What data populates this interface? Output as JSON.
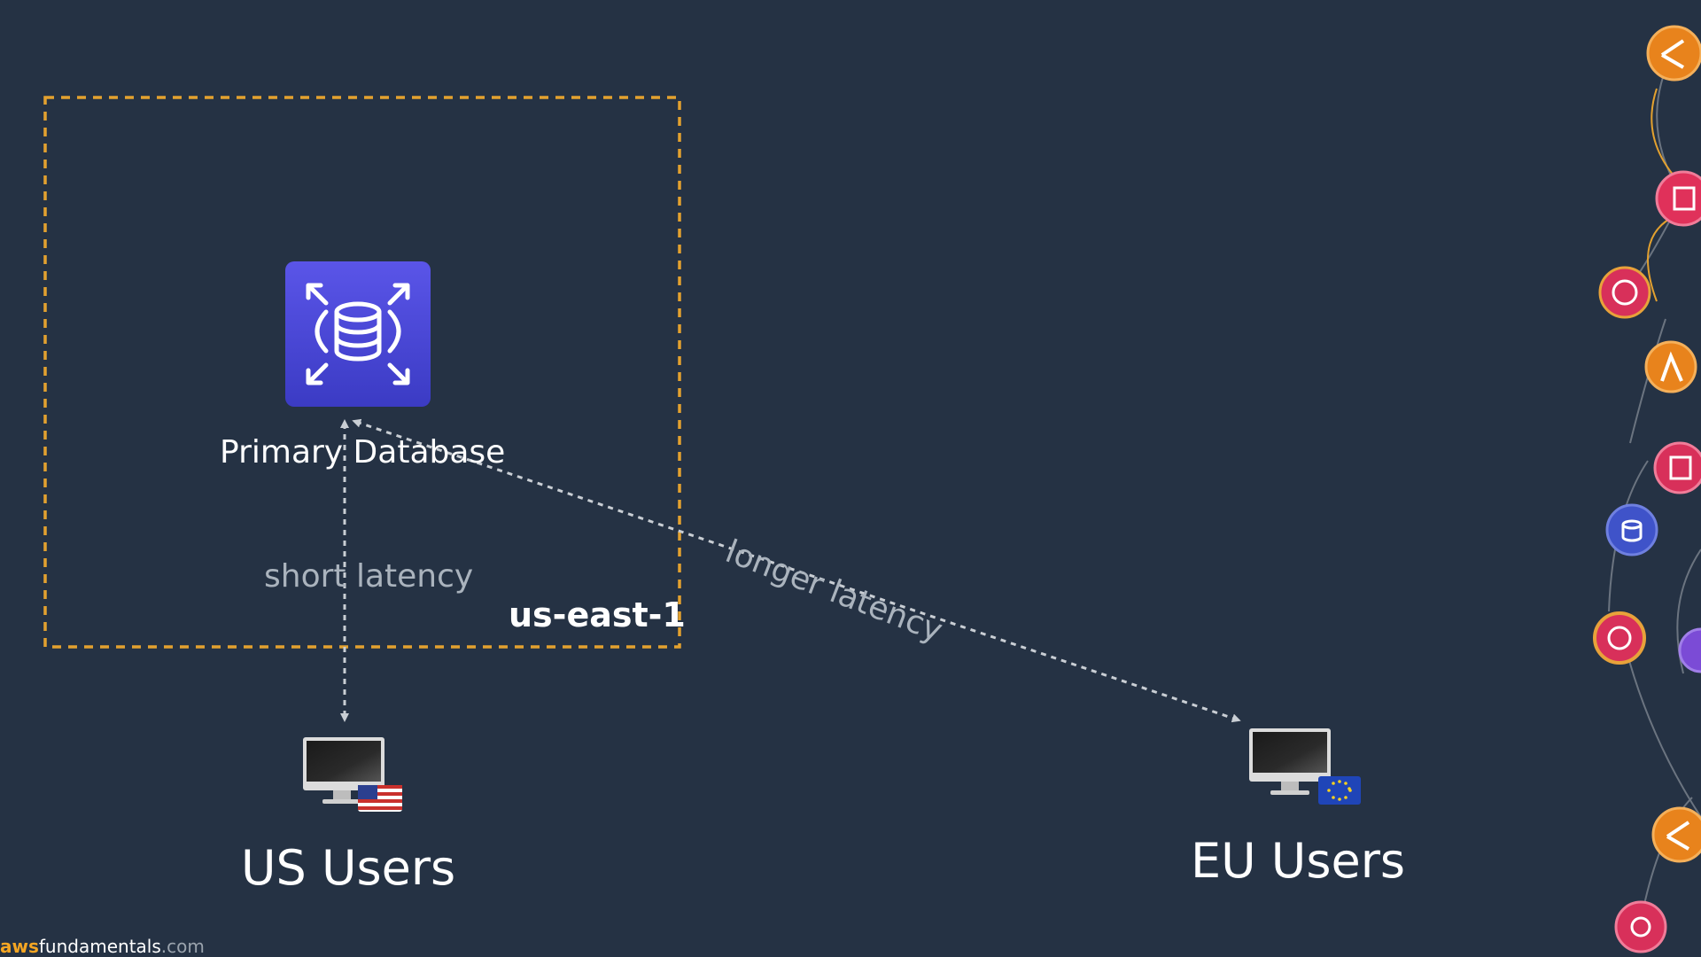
{
  "diagram": {
    "region": {
      "label": "us-east-1",
      "border_color": "#e3a12f"
    },
    "database": {
      "label": "Primary Database",
      "icon": "rds-database-icon",
      "color": "#4b4fd6"
    },
    "connections": {
      "short": {
        "label": "short latency"
      },
      "long": {
        "label": "longer latency"
      }
    },
    "users": [
      {
        "label": "US Users",
        "flag": "us-flag-icon"
      },
      {
        "label": "EU Users",
        "flag": "eu-flag-icon"
      }
    ]
  },
  "footer": {
    "brand": "aws",
    "name": "fundamentals",
    "tld": ".com"
  },
  "sidebar_icons": [
    "step-functions-icon",
    "api-gateway-icon",
    "sqs-icon",
    "lambda-icon",
    "appsync-icon",
    "dynamodb-icon",
    "eventbridge-icon",
    "cloudfront-icon",
    "step-functions-icon",
    "iot-icon"
  ]
}
